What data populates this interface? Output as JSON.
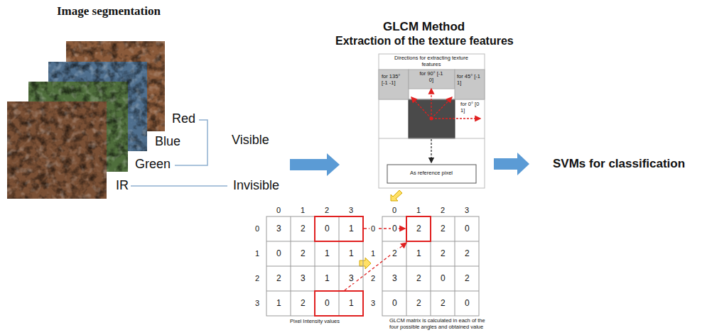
{
  "diagram": {
    "labels": [
      "Image segmentation",
      "Red",
      "Blue",
      "Green",
      "IR",
      "Visible",
      "Invisible",
      "GLCM Method",
      "Extraction of the texture features",
      "Directions for extracting texture features",
      "for 135° [-1 -1]",
      "for 90° [-1 0]",
      "for 45° [-1 1]",
      "for 0° [0 1]",
      "As reference pixel",
      "SVMs for classification",
      "0",
      "1",
      "2",
      "3",
      "0",
      "1",
      "2",
      "3",
      "3",
      "2",
      "0",
      "1",
      "0",
      "2",
      "1",
      "1",
      "2",
      "3",
      "1",
      "3",
      "1",
      "2",
      "0",
      "1",
      "0",
      "1",
      "2",
      "3",
      "0",
      "1",
      "2",
      "3",
      "0",
      "2",
      "2",
      "0",
      "2",
      "1",
      "2",
      "2",
      "3",
      "2",
      "0",
      "2",
      "0",
      "2",
      "2",
      "0",
      "Pixel Intensity values",
      "GLCM matrix is calculated in each of the four possible angles and obtained value"
    ]
  }
}
